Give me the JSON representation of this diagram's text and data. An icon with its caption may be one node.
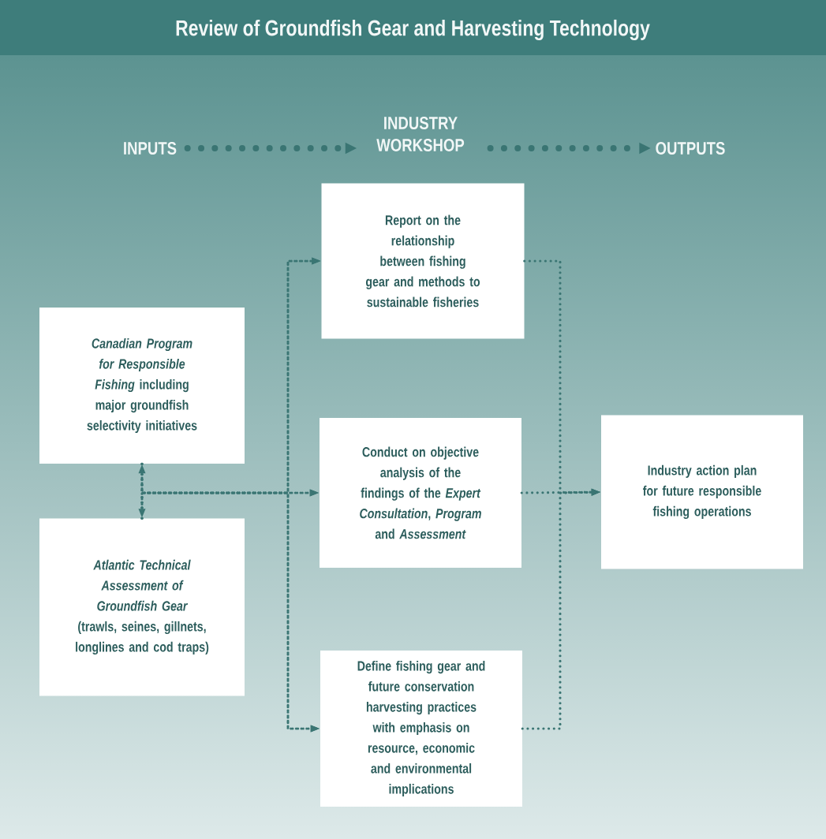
{
  "diagram": {
    "title": "Review of Groundfish Gear and Harvesting Technology",
    "nodes": [
      {
        "text": [
          "INPUTS"
        ]
      },
      {
        "text": [
          "INDUSTRY WORKSHOP"
        ]
      },
      {
        "text": [
          "OUTPUTS"
        ]
      },
      {
        "text": [
          "Report on the relationship between fishing gear and methods to sustainable fisheries"
        ]
      },
      {
        "text": [
          "*Canadian Program for Responsible Fishing* including major groundfish selectivity initiatives"
        ]
      },
      {
        "text": [
          "Conduct on objective analysis of the findings of the *Expert Consultation*, *Program* and *Assessment*"
        ]
      },
      {
        "text": [
          "*Atlantic Technical Assessment of Groundfish Gear* (trawls, seines, gillnets, longlines and cod traps)"
        ]
      },
      {
        "text": [
          "Define fishing gear and future conservation harvesting practices with emphasis on resource, economic and environmental implications"
        ]
      },
      {
        "text": [
          "Industry action plan for future responsible fishing operations"
        ]
      }
    ],
    "edges": [
      {
        "from": 0,
        "to": 1,
        "arrow": "to"
      },
      {
        "from": 1,
        "to": 2,
        "arrow": "to"
      },
      {
        "from": 4,
        "to": 6,
        "arrow": "both"
      },
      {
        "from": 4,
        "to": 5,
        "arrow": "to"
      },
      {
        "from": 6,
        "to": 5,
        "arrow": "to"
      },
      {
        "from": 4,
        "to": 3,
        "arrow": "to"
      },
      {
        "from": 6,
        "to": 3,
        "arrow": "to"
      },
      {
        "from": 4,
        "to": 7,
        "arrow": "to"
      },
      {
        "from": 6,
        "to": 7,
        "arrow": "to"
      },
      {
        "from": 3,
        "to": 8,
        "arrow": "to"
      },
      {
        "from": 5,
        "to": 8,
        "arrow": "to"
      },
      {
        "from": 7,
        "to": 8,
        "arrow": "to"
      }
    ]
  }
}
